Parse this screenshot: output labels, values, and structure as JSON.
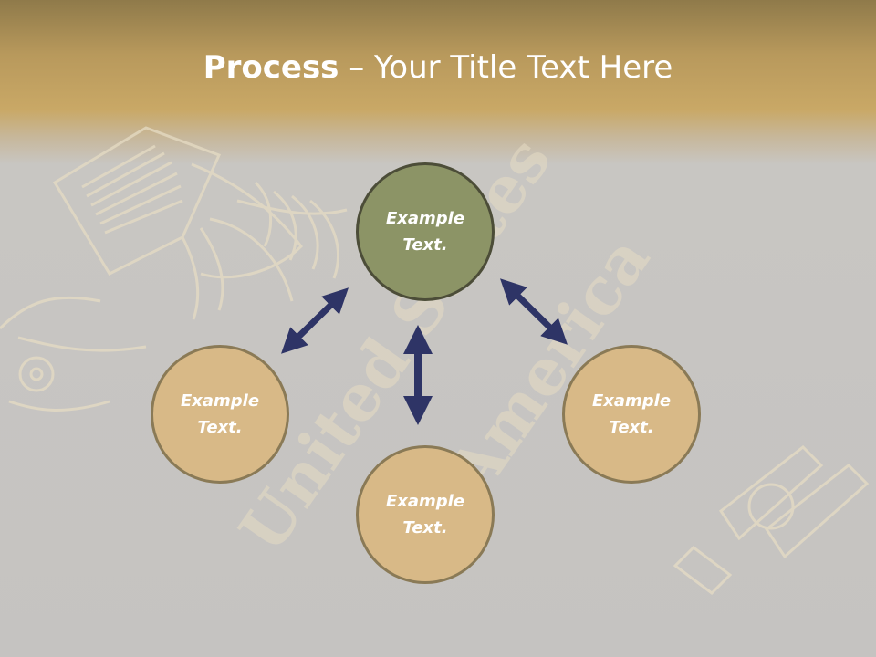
{
  "slide": {
    "title_bold": "Process",
    "title_rest": " – Your Title Text Here"
  },
  "nodes": [
    {
      "id": "top",
      "label": "Example\nText."
    },
    {
      "id": "left",
      "label": "Example\nText."
    },
    {
      "id": "right",
      "label": "Example\nText."
    },
    {
      "id": "bottom",
      "label": "Example\nText."
    }
  ],
  "colors": {
    "header_gold": "#c9a866",
    "circle_tan": "#d8b987",
    "circle_olive": "#8c9466",
    "arrow_navy": "#2e3466"
  },
  "icons": [
    "double-arrow-icon"
  ]
}
